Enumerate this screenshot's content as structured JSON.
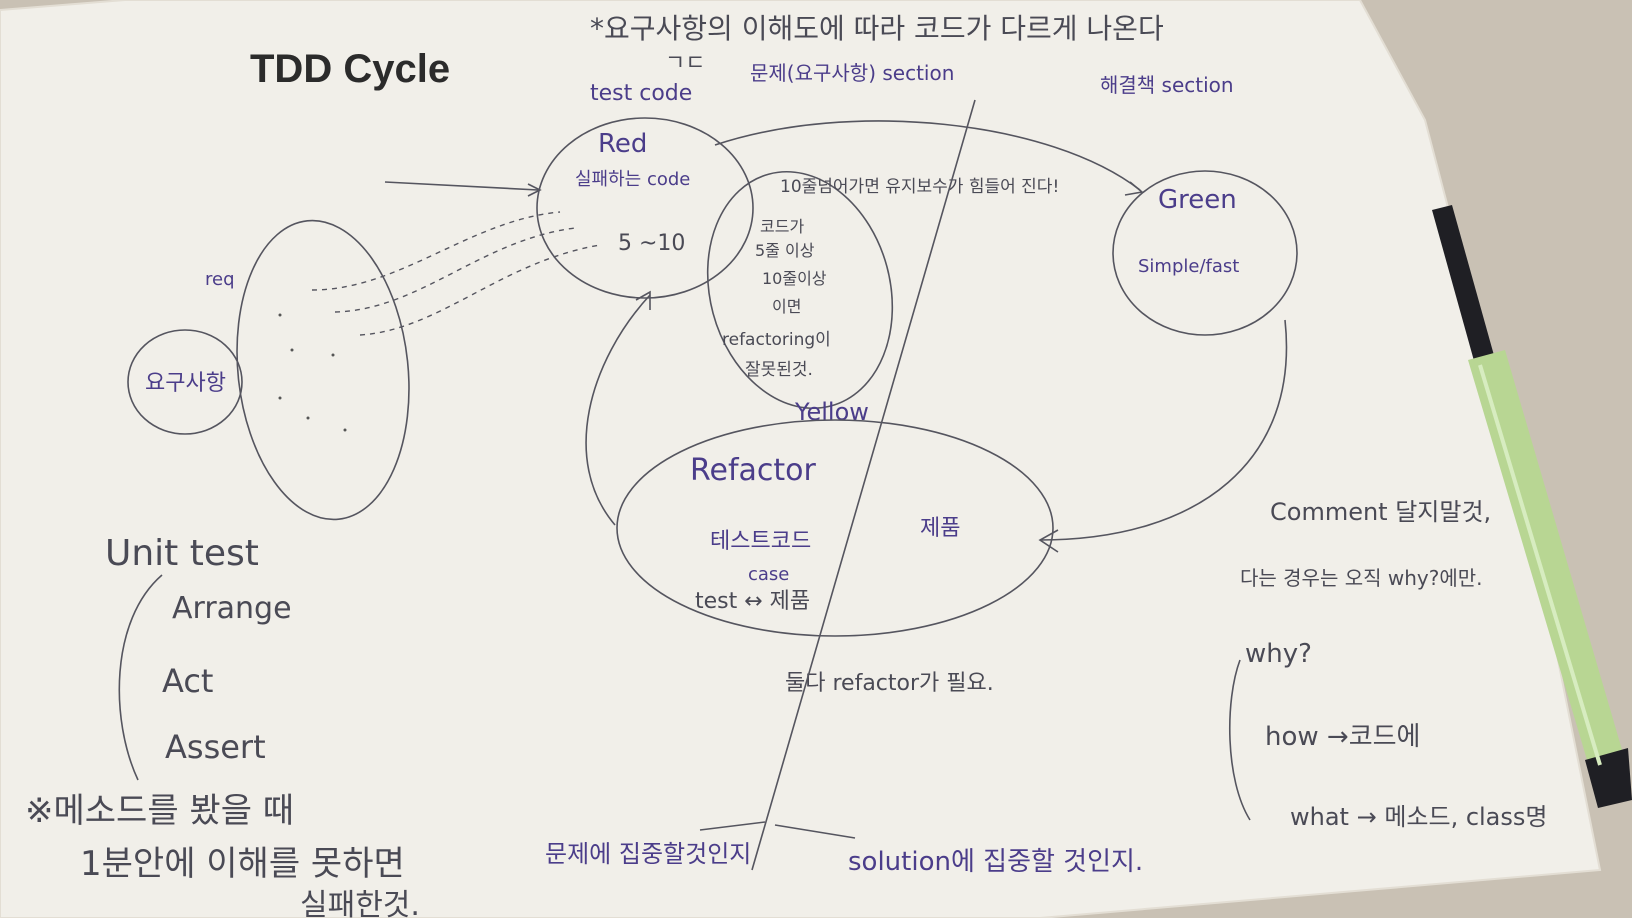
{
  "title": "TDD Cycle",
  "header_note": "*요구사항의 이해도에 따라 코드가 다르게 나온다",
  "header_tag": "ㄱㄷ",
  "problem_section": "문제(요구사항) section",
  "solution_section": "해결책 section",
  "red": {
    "test_code_label": "test code",
    "name": "Red",
    "desc": "실패하는 code",
    "counter": "5 ~10"
  },
  "yellow": {
    "note_line1": "10줄넘어가면 유지보수가 힘들어 진다!",
    "body": [
      "코드가",
      "5줄 이상",
      "10줄이상",
      "이면",
      "refactoring이",
      "잘못된것."
    ],
    "name": "Yellow"
  },
  "green": {
    "name": "Green",
    "desc": "Simple/fast"
  },
  "refactor": {
    "name": "Refactor",
    "test_code": "테스트코드",
    "product": "제품",
    "case_label": "case",
    "test_pair": "test ↔ 제품"
  },
  "both_refactor": "둘다 refactor가 필요.",
  "requirements": {
    "label": "요구사항",
    "scribble": "req"
  },
  "unit_test": {
    "title": "Unit test",
    "steps": [
      "Arrange",
      "Act",
      "Assert"
    ]
  },
  "method_note": [
    "※메소드를 봤을 때",
    "1분안에 이해를 못하면",
    "실패한것."
  ],
  "comment": {
    "line1": "Comment 달지말것,",
    "line2": "다는 경우는 오직 why?에만.",
    "items": [
      "why?",
      "how →코드에",
      "what → 메소드, class명"
    ]
  },
  "bottom": {
    "left": "문제에 집중할것인지",
    "right": "solution에 집중할 것인지."
  },
  "colors": {
    "paper": "#f1efe9",
    "table": "#cfc8bd",
    "ink": "#4a4a55",
    "purple_ink": "#4b3d8a",
    "pen_body": "#b8d693",
    "pen_cap": "#1f1f24"
  }
}
